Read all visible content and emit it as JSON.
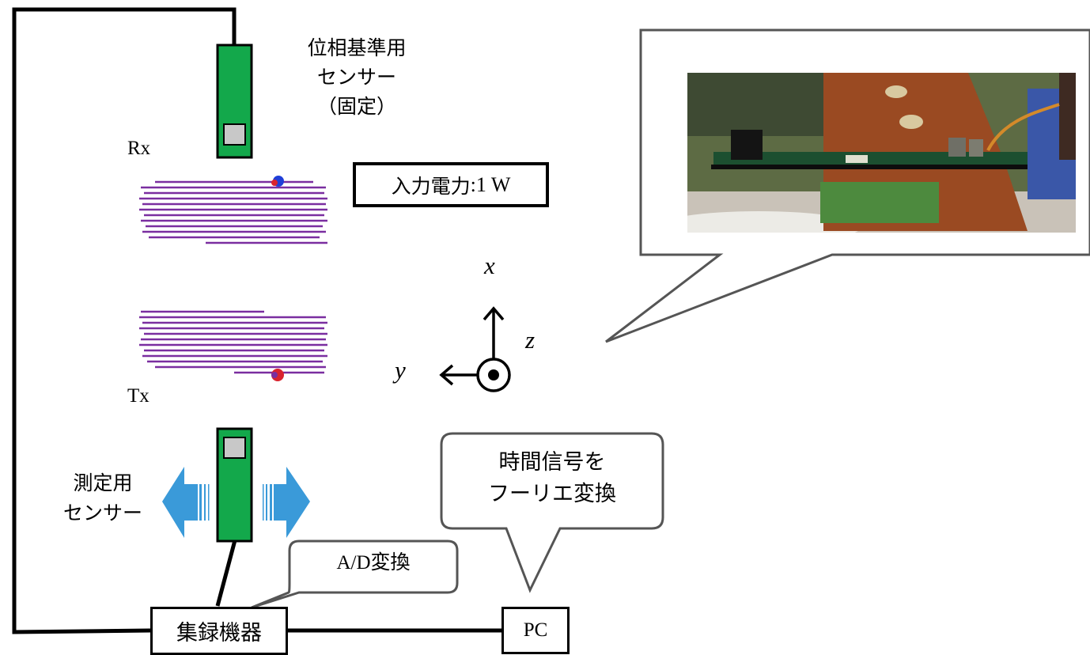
{
  "labels": {
    "ref_sensor": [
      "位相基準用",
      "センサー",
      "（固定）"
    ],
    "rx": "Rx",
    "tx": "Tx",
    "input_power": "入力電力",
    "input_power_value": ":1 W",
    "axis_x": "x",
    "axis_y": "y",
    "axis_z": "z",
    "meas_sensor": [
      "測定用",
      "センサー"
    ],
    "ad_conversion": "A/D変換",
    "fourier": [
      "時間信号を",
      "フーリエ変換"
    ],
    "recorder": "集録機器",
    "pc": "PC"
  },
  "colors": {
    "sensor_green": "#13a84b",
    "sensor_window": "#c8c8c8",
    "coil_purple": "#7a2ea0",
    "arrow_blue": "#3a9ad9",
    "line_black": "#000000"
  }
}
